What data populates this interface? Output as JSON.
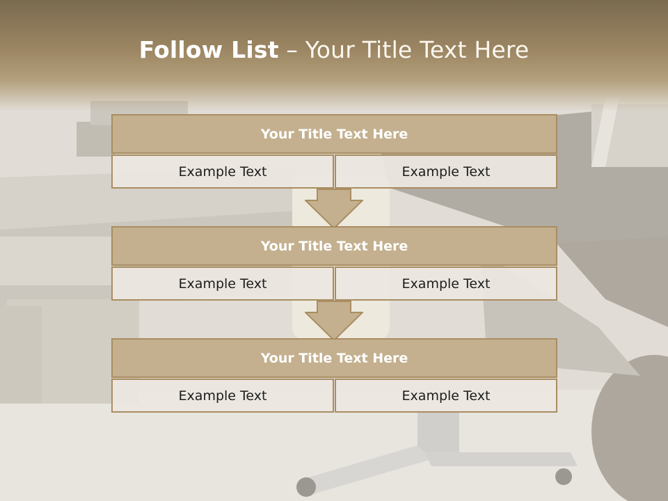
{
  "slide": {
    "title_bold": "Follow List",
    "title_separator": "–",
    "title_rest": "Your Title Text Here"
  },
  "blocks": [
    {
      "heading": "Your Title Text Here",
      "left": "Example Text",
      "right": "Example Text"
    },
    {
      "heading": "Your Title Text Here",
      "left": "Example Text",
      "right": "Example Text"
    },
    {
      "heading": "Your Title Text Here",
      "left": "Example Text",
      "right": "Example Text"
    }
  ],
  "colors": {
    "header_fill": "#c4b08f",
    "border": "#a98d62",
    "cell_fill": "#ece7e1",
    "title_band": "#8d7a5a"
  },
  "icons": [
    "down-arrow-icon",
    "down-arrow-icon"
  ]
}
